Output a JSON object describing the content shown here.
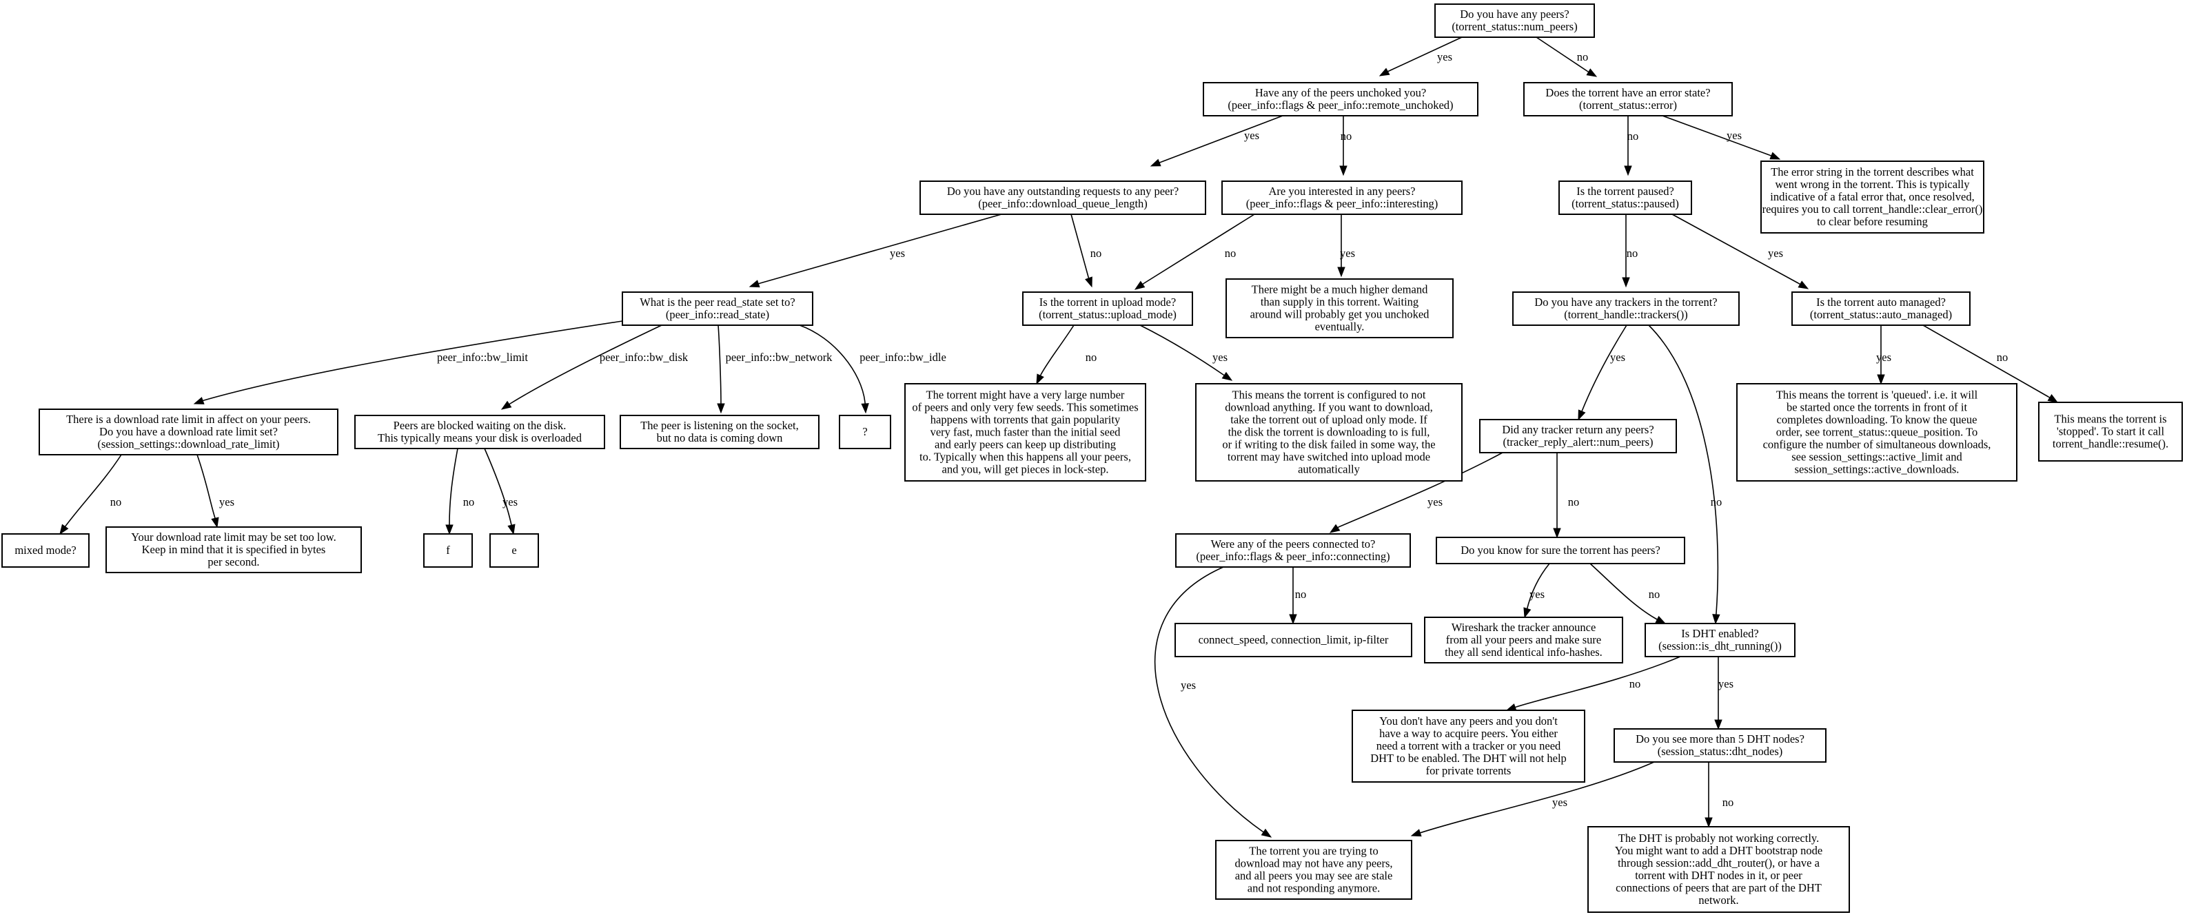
{
  "nodes": {
    "n1": [
      "Do you have any peers?",
      "(torrent_status::num_peers)"
    ],
    "n2": [
      "Have any of the peers unchoked you?",
      "(peer_info::flags & peer_info::remote_unchoked)"
    ],
    "n3": [
      "Does the torrent have an error state?",
      "(torrent_status::error)"
    ],
    "n4": [
      "Do you have any outstanding requests to any peer?",
      "(peer_info::download_queue_length)"
    ],
    "n5": [
      "Are you interested in any peers?",
      "(peer_info::flags & peer_info::interesting)"
    ],
    "n6": [
      "Is the torrent paused?",
      "(torrent_status::paused)"
    ],
    "n7": [
      "The error string in the torrent describes what",
      "went wrong in the torrent. This is typically",
      "indicative of a fatal error that, once resolved,",
      "requires you to call torrent_handle::clear_error()",
      "to clear before resuming"
    ],
    "n8": [
      "What is the peer read_state set to?",
      "(peer_info::read_state)"
    ],
    "n9": [
      "Is the torrent in upload mode?",
      "(torrent_status::upload_mode)"
    ],
    "n10": [
      "There might be a much higher demand",
      "than supply in this torrent. Waiting",
      "around will probably get you unchoked",
      "eventually."
    ],
    "n11": [
      "Do you have any trackers in the torrent?",
      "(torrent_handle::trackers())"
    ],
    "n12": [
      "Is the torrent auto managed?",
      "(torrent_status::auto_managed)"
    ],
    "n13": [
      "There is a download rate limit in affect on your peers.",
      "Do you have a download rate limit set?",
      "(session_settings::download_rate_limit)"
    ],
    "n14": [
      "Peers are blocked waiting on the disk.",
      "This typically means your disk is overloaded"
    ],
    "n15": [
      "The peer is listening on the socket,",
      "but no data is coming down"
    ],
    "n16": [
      "?"
    ],
    "n17": [
      "The torrent might have a very large number",
      "of peers and only very few seeds. This sometimes",
      "happens with torrents that gain popularity",
      "very fast, much faster than the initial seed",
      "and early peers can keep up distributing",
      "to. Typically when this happens all your peers,",
      "and you, will get pieces in lock-step."
    ],
    "n18": [
      "This means the torrent is configured to not",
      "download anything. If you want to download,",
      "take the torrent out of upload only mode. If",
      "the disk the torrent is downloading to is full,",
      "or if writing to the disk failed in some way, the",
      "torrent may have switched into upload mode",
      "automatically"
    ],
    "n19": [
      "This means the torrent is 'queued'. i.e. it will",
      "be started once the torrents in front of it",
      "completes downloading. To know the queue",
      "order, see torrent_status::queue_position. To",
      "configure the number of simultaneous downloads,",
      "see session_settings::active_limit and",
      "session_settings::active_downloads."
    ],
    "n20": [
      "This means the torrent is",
      "'stopped'. To start it call",
      "torrent_handle::resume()."
    ],
    "n21": [
      "Did any tracker return any peers?",
      "(tracker_reply_alert::num_peers)"
    ],
    "n22": [
      "mixed mode?"
    ],
    "n23": [
      "Your download rate limit may be set too low.",
      "Keep in mind that it is specified in bytes",
      "per second."
    ],
    "n24": [
      "f"
    ],
    "n25": [
      "e"
    ],
    "n26": [
      "Were any of the peers connected to?",
      "(peer_info::flags & peer_info::connecting)"
    ],
    "n27": [
      "Do you know for sure the torrent has peers?"
    ],
    "n28": [
      "connect_speed, connection_limit, ip-filter"
    ],
    "n29": [
      "Wireshark the tracker announce",
      "from all your peers and make sure",
      "they all send identical info-hashes."
    ],
    "n30": [
      "Is DHT enabled?",
      "(session::is_dht_running())"
    ],
    "n31": [
      "You don't have any peers and you don't",
      "have a way to acquire peers. You either",
      "need a torrent with a tracker or you need",
      "DHT to be enabled. The DHT will not help",
      "for private torrents"
    ],
    "n32": [
      "Do you see more than 5 DHT nodes?",
      "(session_status::dht_nodes)"
    ],
    "n33": [
      "The torrent you are trying to",
      "download may not have any peers,",
      "and all peers you may see are stale",
      "and not responding anymore."
    ],
    "n34": [
      "The DHT is probably not working correctly.",
      "You might want to add a DHT bootstrap node",
      "through session::add_dht_router(), or have a",
      "torrent with DHT nodes in it, or peer",
      "connections of peers that are part of the DHT",
      "network."
    ]
  },
  "edges": {
    "e1": "yes",
    "e2": "no",
    "e3": "yes",
    "e4": "no",
    "e5": "no",
    "e6": "yes",
    "e7": "yes",
    "e8": "no",
    "e9": "no",
    "e10": "yes",
    "e11": "no",
    "e12": "yes",
    "e13": "peer_info::bw_limit",
    "e14": "peer_info::bw_disk",
    "e15": "peer_info::bw_network",
    "e16": "peer_info::bw_idle",
    "e17": "no",
    "e18": "yes",
    "e19": "yes",
    "e20": "no",
    "e21": "yes",
    "e22": "no",
    "e23": "no",
    "e24": "yes",
    "e25": "no",
    "e26": "yes",
    "e27": "no",
    "e28": "yes",
    "e29": "no",
    "e30": "yes",
    "e31": "no",
    "e32": "yes",
    "e33": "no",
    "e34": "yes",
    "e35": "no"
  }
}
